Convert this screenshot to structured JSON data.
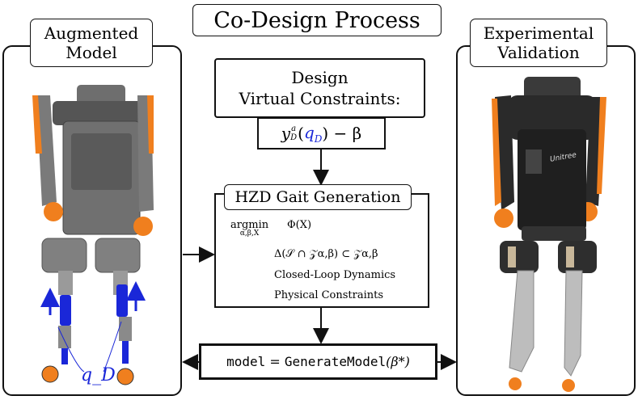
{
  "title": "Co-Design Process",
  "left_panel": {
    "title_line1": "Augmented",
    "title_line2": "Model",
    "joint_label": "q_D"
  },
  "right_panel": {
    "title_line1": "Experimental",
    "title_line2": "Validation",
    "robot_brand": "Unitree"
  },
  "design_box": {
    "line1": "Design",
    "line2": "Virtual Constraints:"
  },
  "vc_expression": {
    "base": "y",
    "sub": "D",
    "sup": "a",
    "arg": "q",
    "arg_sub": "D",
    "tail": ") − β",
    "open": "("
  },
  "hzd": {
    "title": "HZD Gait Generation",
    "argmin": "argmin",
    "argmin_sub": "α,β,X",
    "objective": "Φ(X)",
    "constraint1": "Δ(𝒮 ∩ 𝒵α,β) ⊂ 𝒵α,β",
    "constraint2": "Closed-Loop Dynamics",
    "constraint3": "Physical Constraints"
  },
  "model_box": {
    "lhs": "model",
    "eq": " = ",
    "fn": "GenerateModel",
    "arg": "(β*)"
  },
  "colors": {
    "accent_orange": "#f07f1e",
    "joint_blue": "#1a27d8",
    "robot_gray": "#6e6e6e",
    "robot_dark": "#2a2a2a"
  }
}
